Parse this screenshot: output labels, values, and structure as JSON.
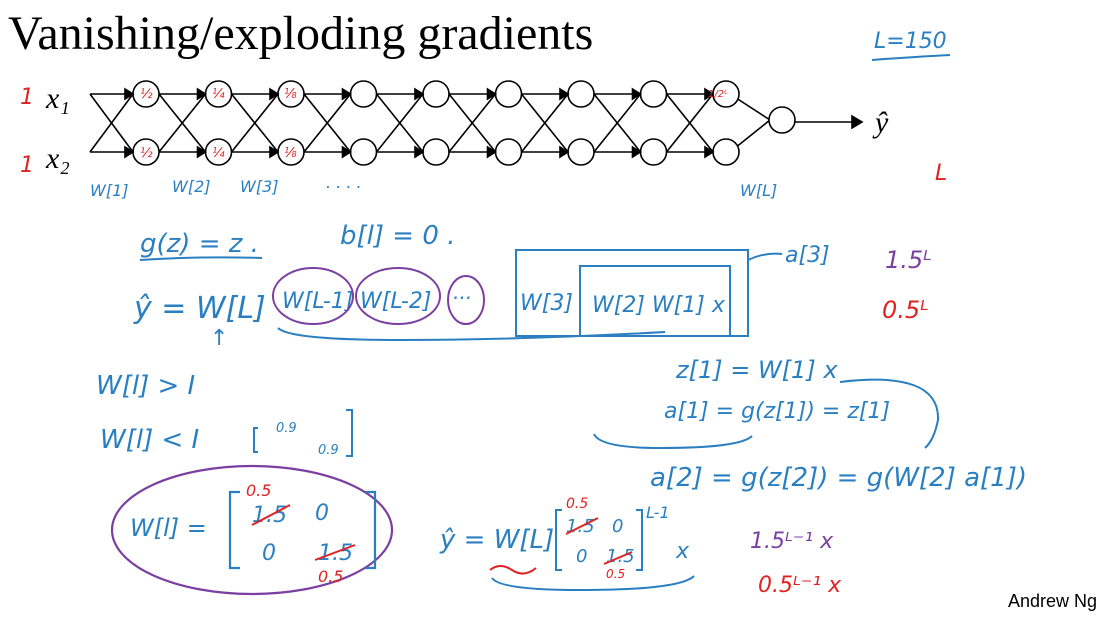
{
  "slide": {
    "title": "Vanishing/exploding gradients",
    "byline": "Andrew Ng"
  },
  "network": {
    "inputs": [
      "x₁",
      "x₂"
    ],
    "output": "ŷ",
    "input_marks": [
      "1",
      "1"
    ],
    "top_node_labels": [
      "½",
      "¼",
      "⅛",
      "1/2ᴸ"
    ],
    "bottom_node_labels": [
      "½",
      "¼",
      "⅛"
    ],
    "weight_labels": [
      "W[1]",
      "W[2]",
      "W[3]",
      ". . . .",
      "W[L]"
    ],
    "depth_note": "L=150",
    "L_mark": "L"
  },
  "notes": {
    "g_eq": "g(z) = z .",
    "b_eq": "b[l] = 0 .",
    "yhat_eq_lhs": "ŷ = W[L]",
    "w_l1": "W[L-1]",
    "w_l2": "W[L-2]",
    "dots": "···",
    "w3": "W[3]",
    "w2w1x": "W[2] W[1] x",
    "a3": "a[3]",
    "arrow_up": "↑",
    "growth": "1.5ᴸ",
    "decay": "0.5ᴸ",
    "gt": "W[l] > I",
    "lt": "W[l] < I",
    "matrix_small": [
      "0.9",
      "0.9"
    ],
    "z1": "z[1] = W[1] x",
    "a1": "a[1] = g(z[1]) = z[1]",
    "a2": "a[2] = g(z[2]) = g(W[2] a[1])",
    "wl_matrix_lhs": "W[l] =",
    "wl_matrix": [
      "1.5",
      "0",
      "0",
      "1.5"
    ],
    "wl_matrix_corr": [
      "0.5",
      "0.5"
    ],
    "yhat2_lhs": "ŷ = W[L]",
    "yhat2_matrix": [
      "1.5",
      "0",
      "0",
      "1.5"
    ],
    "yhat2_corr": [
      "0.5",
      "0.5"
    ],
    "yhat2_exp": "L-1",
    "yhat2_x": "x",
    "growth2": "1.5ᴸ⁻¹ x",
    "decay2": "0.5ᴸ⁻¹ x"
  }
}
